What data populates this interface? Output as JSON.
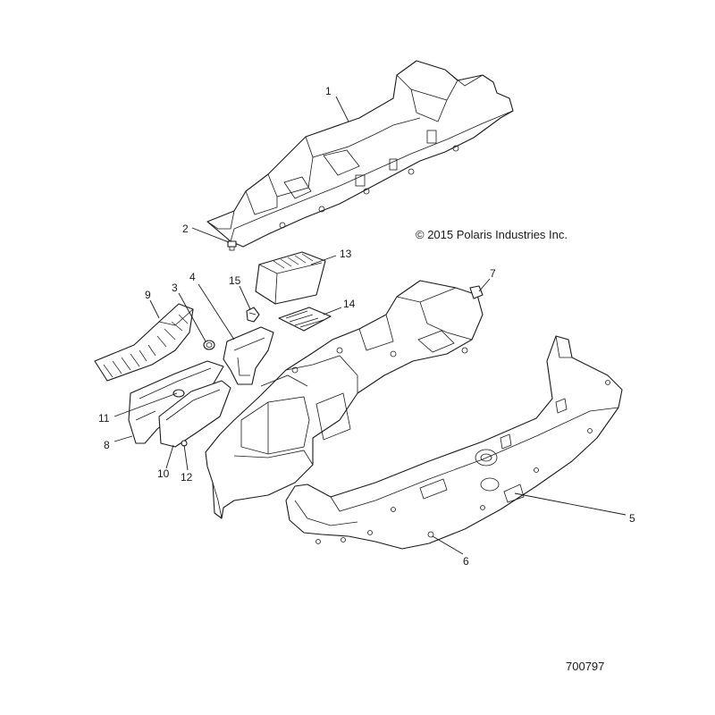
{
  "copyright": "© 2015 Polaris Industries Inc.",
  "drawing_number": "700797",
  "callouts": {
    "c1": "1",
    "c2": "2",
    "c3": "3",
    "c4": "4",
    "c5": "5",
    "c6": "6",
    "c7": "7",
    "c8": "8",
    "c9": "9",
    "c10": "10",
    "c11": "11",
    "c12": "12",
    "c13": "13",
    "c14": "14",
    "c15": "15"
  }
}
